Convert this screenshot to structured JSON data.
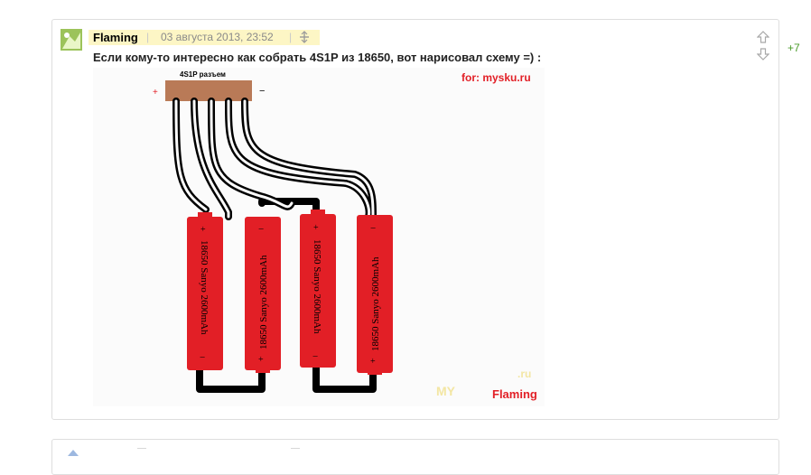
{
  "comment": {
    "author": "Flaming",
    "separator": "|",
    "date": "03 августа 2013, 23:52",
    "text": "Если кому-то интересно как собрать 4S1P из 18650, вот нарисовал схему =) :",
    "rating": "+7",
    "icons": {
      "avatar": "avatar-image",
      "anchor": "anchor-icon",
      "vote_up": "arrow-up-icon",
      "vote_down": "arrow-down-icon"
    }
  },
  "diagram": {
    "connector_label": "4S1P разъем",
    "plus": "+",
    "minus": "−",
    "site_label": "for: mysku.ru",
    "watermark": "MY",
    "watermark2": ".ru",
    "signature": "Flaming",
    "cells": [
      {
        "label": "18650 Sanyo 2600mAh",
        "top": "+",
        "bottom": "−",
        "rotate": "down"
      },
      {
        "label": "18650 Sanyo 2600mAh",
        "top": "−",
        "bottom": "+",
        "rotate": "up"
      },
      {
        "label": "18650 Sanyo 2600mAh",
        "top": "+",
        "bottom": "−",
        "rotate": "down"
      },
      {
        "label": "18650 Sanyo 2600mAh",
        "top": "−",
        "bottom": "+",
        "rotate": "up"
      }
    ],
    "colors": {
      "cell_red": "#e21f26",
      "connector_brown": "#b97a57",
      "site_red": "#e21f26",
      "wire": "#000000"
    }
  }
}
